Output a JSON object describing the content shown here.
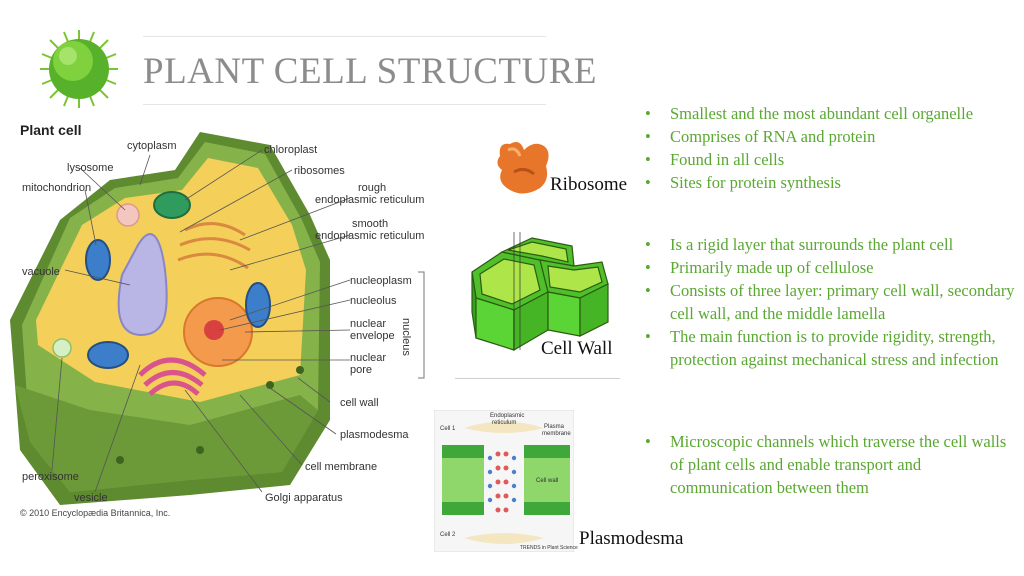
{
  "slide": {
    "title": "PLANT CELL STRUCTURE",
    "logo_icon": "green-cell-ball-icon"
  },
  "diagram": {
    "heading": "Plant cell",
    "credit": "© 2010 Encyclopædia Britannica, Inc.",
    "labels": {
      "cytoplasm": "cytoplasm",
      "chloroplast": "chloroplast",
      "lysosome": "lysosome",
      "ribosomes": "ribosomes",
      "mitochondrion": "mitochondrion",
      "rough_er_1": "rough",
      "rough_er_2": "endoplasmic reticulum",
      "smooth_er_1": "smooth",
      "smooth_er_2": "endoplasmic reticulum",
      "vacuole": "vacuole",
      "nucleoplasm": "nucleoplasm",
      "nucleolus": "nucleolus",
      "nuclear_envelope_1": "nuclear",
      "nuclear_envelope_2": "envelope",
      "nuclear_pore_1": "nuclear",
      "nuclear_pore_2": "pore",
      "nucleus": "nucleus",
      "cell_wall": "cell wall",
      "plasmodesma": "plasmodesma",
      "cell_membrane": "cell membrane",
      "peroxisome": "peroxisome",
      "vesicle": "vesicle",
      "golgi": "Golgi apparatus"
    }
  },
  "figures": {
    "ribosome_caption": "Ribosome",
    "cell_wall_caption": "Cell Wall",
    "plasmodesma_caption": "Plasmodesma",
    "plasmodesma_labels": {
      "cell1": "Cell 1",
      "cell2": "Cell 2",
      "er_1": "Endoplasmic",
      "er_2": "reticulum",
      "pm_1": "Plasma",
      "pm_2": "membrane",
      "wall": "Cell wall",
      "source": "TRENDS in Plant Science"
    }
  },
  "ribosome_points": [
    "Smallest and the most abundant cell organelle",
    "Comprises of RNA and protein",
    "Found in all cells",
    "Sites for protein synthesis"
  ],
  "cell_wall_points": [
    "Is a rigid layer that surrounds the plant cell",
    "Primarily made up of cellulose",
    "Consists of three layer: primary cell wall, secondary cell wall, and the middle lamella",
    "The main function is to provide rigidity, strength, protection against mechanical stress and infection"
  ],
  "plasmodesma_points": [
    "Microscopic channels which traverse the cell walls of plant cells and enable transport and communication between them"
  ],
  "colors": {
    "title": "#8c8c8c",
    "bullet_text": "#5aa832",
    "cell_wall_green": "#6f9a3c",
    "cytoplasm_yellow": "#f4cf5a"
  }
}
